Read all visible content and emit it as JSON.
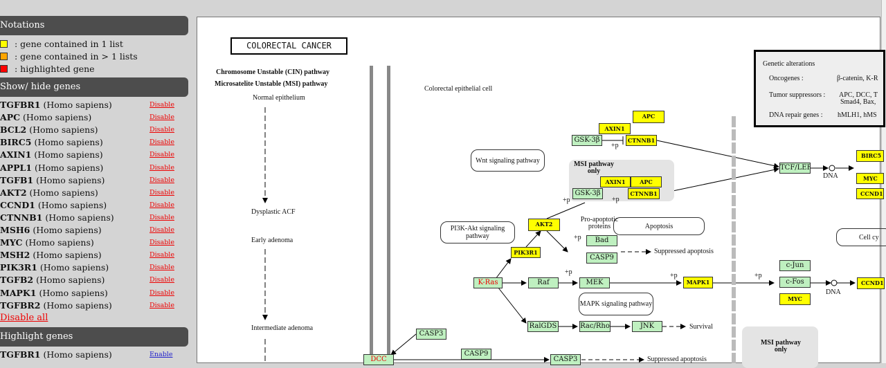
{
  "sidebar": {
    "notations_title": "Notations",
    "legend": [
      {
        "label": ": gene contained in 1 list",
        "color": "#ffff00"
      },
      {
        "label": ": gene contained in > 1 lists",
        "color": "#ffa500"
      },
      {
        "label": ": highlighted gene",
        "color": "#ff0000"
      }
    ],
    "show_hide_title": "Show/ hide genes",
    "genes": [
      {
        "symbol": "TGFBR1",
        "species": "(Homo sapiens)",
        "action": "Disable"
      },
      {
        "symbol": "APC",
        "species": "(Homo sapiens)",
        "action": "Disable"
      },
      {
        "symbol": "BCL2",
        "species": "(Homo sapiens)",
        "action": "Disable"
      },
      {
        "symbol": "BIRC5",
        "species": "(Homo sapiens)",
        "action": "Disable"
      },
      {
        "symbol": "AXIN1",
        "species": "(Homo sapiens)",
        "action": "Disable"
      },
      {
        "symbol": "APPL1",
        "species": "(Homo sapiens)",
        "action": "Disable"
      },
      {
        "symbol": "TGFB1",
        "species": "(Homo sapiens)",
        "action": "Disable"
      },
      {
        "symbol": "AKT2",
        "species": "(Homo sapiens)",
        "action": "Disable"
      },
      {
        "symbol": "CCND1",
        "species": "(Homo sapiens)",
        "action": "Disable"
      },
      {
        "symbol": "CTNNB1",
        "species": "(Homo sapiens)",
        "action": "Disable"
      },
      {
        "symbol": "MSH6",
        "species": "(Homo sapiens)",
        "action": "Disable"
      },
      {
        "symbol": "MYC",
        "species": "(Homo sapiens)",
        "action": "Disable"
      },
      {
        "symbol": "MSH2",
        "species": "(Homo sapiens)",
        "action": "Disable"
      },
      {
        "symbol": "PIK3R1",
        "species": "(Homo sapiens)",
        "action": "Disable"
      },
      {
        "symbol": "TGFB2",
        "species": "(Homo sapiens)",
        "action": "Disable"
      },
      {
        "symbol": "MAPK1",
        "species": "(Homo sapiens)",
        "action": "Disable"
      },
      {
        "symbol": "TGFBR2",
        "species": "(Homo sapiens)",
        "action": "Disable"
      }
    ],
    "disable_all": "Disable all",
    "highlight_title": "Highlight genes",
    "highlight_genes": [
      {
        "symbol": "TGFBR1",
        "species": "(Homo sapiens)",
        "action": "Enable"
      }
    ]
  },
  "diagram": {
    "title": "COLORECTAL CANCER",
    "cin": "Chromosome Unstable (CIN) pathway",
    "msi": "Microsatelite Unstable (MSI) pathway",
    "stages": [
      "Normal epithelium",
      "Dysplastic ACF",
      "Early adenoma",
      "Intermediate adenoma"
    ],
    "cell": "Colorectal epithelial cell",
    "wnt": "Wnt signaling pathway",
    "pi3k": "PI3K-Akt signaling pathway",
    "mapk_path": "MAPK signaling pathway",
    "apoptosis": "Apoptosis",
    "cell_cycle": "Cell cy",
    "pro_apoptotic": "Pro-apoptotic proteins",
    "msi_only": "MSI pathway only",
    "suppressed": "Suppressed apoptosis",
    "survival": "Survival",
    "dna": "DNA",
    "plus_p": "+p",
    "genetic": {
      "title": "Genetic alterations",
      "onco_label": "Oncogenes :",
      "onco": "β-catenin, K-R",
      "tumor_label": "Tumor suppressors :",
      "tumor": "APC, DCC, T",
      "tumor2": "Smad4, Bax,",
      "dna_label": "DNA repair genes :",
      "dna": "hMLH1, hMS"
    },
    "nodes": {
      "apc": "APC",
      "axin1": "AXIN1",
      "gsk": "GSK-3β",
      "ctnnb1": "CTNNB1",
      "tcf": "TCF/LEF",
      "birc5": "BIRC5",
      "myc": "MYC",
      "ccnd1": "CCND1",
      "akt2": "AKT2",
      "pik3r1": "PIK3R1",
      "bad": "Bad",
      "casp9": "CASP9",
      "kras": "K-Ras",
      "raf": "Raf",
      "mek": "MEK",
      "mapk1": "MAPK1",
      "ralgds": "RalGDS",
      "racrho": "Rac/Rho",
      "jnk": "JNK",
      "cjun": "c-Jun",
      "cfos": "c-Fos",
      "casp3": "CASP3",
      "dcc": "DCC"
    }
  }
}
